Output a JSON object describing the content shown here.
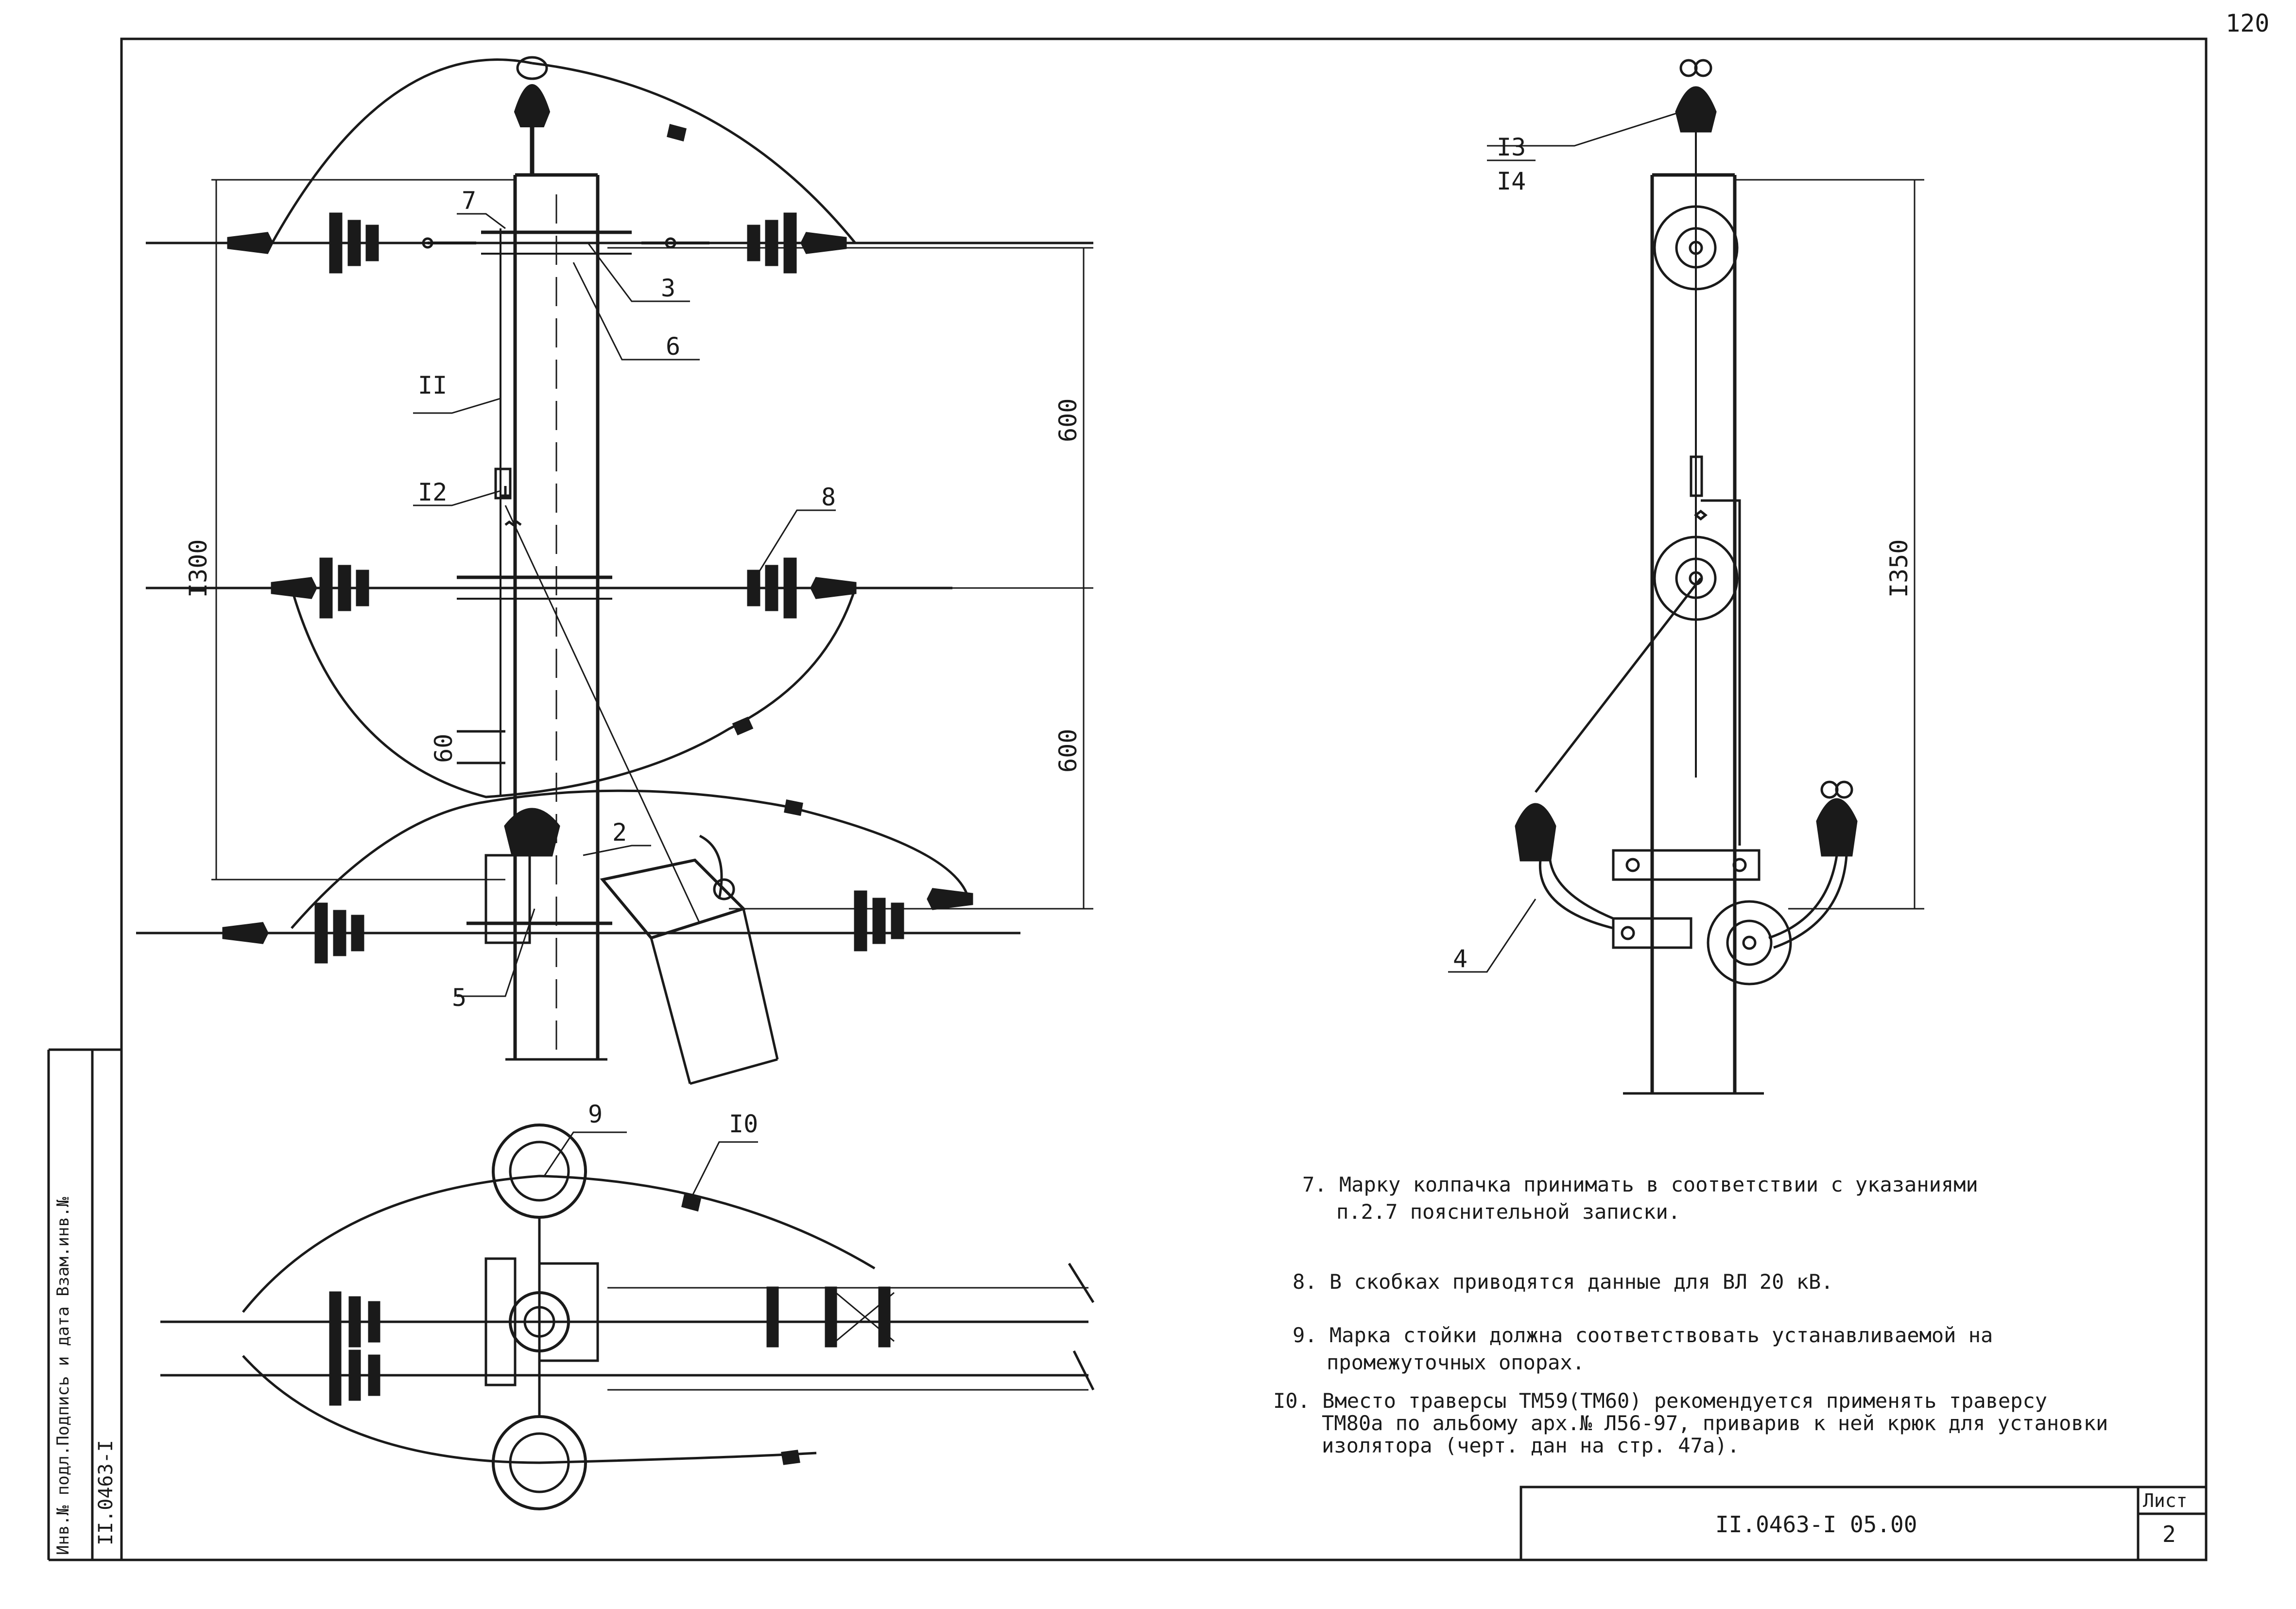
{
  "page": {
    "number": "120"
  },
  "labels": {
    "p3": "3",
    "p6": "6",
    "p7": "7",
    "p8": "8",
    "p11": "II",
    "p12": "I2",
    "p2": "2",
    "p5": "5",
    "p4": "4",
    "p9": "9",
    "p10": "I0",
    "p13": "I3",
    "p14": "I4"
  },
  "dimensions": {
    "d1300": "I300",
    "d600a": "600",
    "d600b": "600",
    "d60": "60",
    "d1350": "I350"
  },
  "notes": [
    {
      "num": "7.",
      "lines": [
        "Марку колпачка принимать в соответствии с указаниями",
        "п.2.7 пояснительной записки."
      ]
    },
    {
      "num": "8.",
      "lines": [
        "В скобках приводятся данные для ВЛ 20 кВ."
      ]
    },
    {
      "num": "9.",
      "lines": [
        "Марка стойки должна соответствовать устанавливаемой на",
        "промежуточных опорах."
      ]
    },
    {
      "num": "I0.",
      "lines": [
        "Вместо траверсы ТМ59(ТМ60) рекомендуется применять траверсу",
        "ТМ80а по альбому арх.№ Л56-97, приварив к ней крюк для установки",
        "изолятора (черт. дан на стр. 47а)."
      ]
    }
  ],
  "title_block": {
    "doc_code": "II.0463-I 05.00",
    "sheet_label": "Лист",
    "sheet_number": "2"
  },
  "side_strip": {
    "stamp_text": "Инв.№ подл.Подпись и дата Взам.инв.№",
    "inv_number": "II.0463-I"
  }
}
